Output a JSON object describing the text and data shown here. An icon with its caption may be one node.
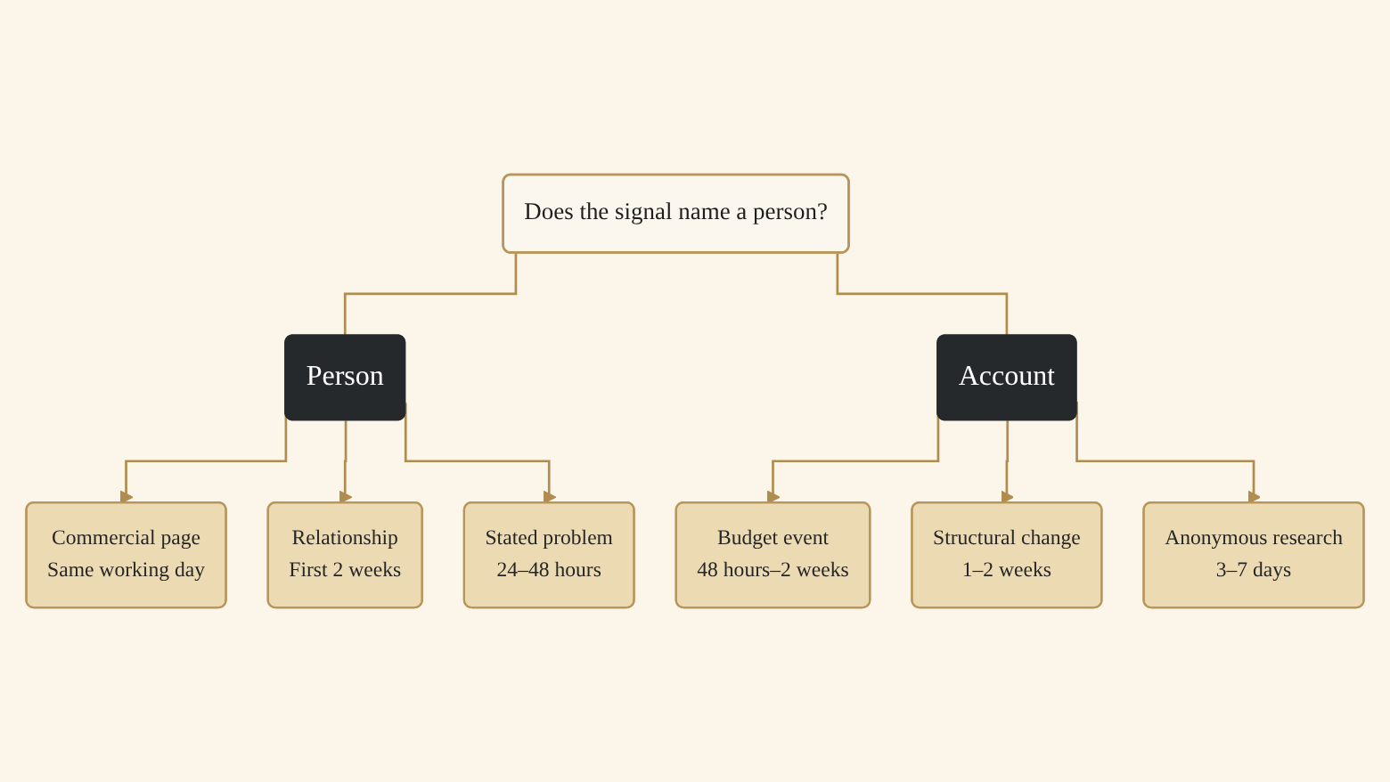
{
  "diagram": {
    "nodes": [
      {
        "text": [
          "Does the signal name a person?"
        ]
      },
      {
        "text": [
          "Person"
        ]
      },
      {
        "text": [
          "Account"
        ]
      },
      {
        "text": [
          "Commercial page",
          "Same working day"
        ]
      },
      {
        "text": [
          "Relationship",
          "First 2 weeks"
        ]
      },
      {
        "text": [
          "Stated problem",
          "24–48 hours"
        ]
      },
      {
        "text": [
          "Budget event",
          "48 hours–2 weeks"
        ]
      },
      {
        "text": [
          "Structural change",
          "1–2 weeks"
        ]
      },
      {
        "text": [
          "Anonymous research",
          "3–7 days"
        ]
      }
    ],
    "edges": [
      {
        "from": 0,
        "to": 1,
        "arrow": "none"
      },
      {
        "from": 0,
        "to": 2,
        "arrow": "none"
      },
      {
        "from": 1,
        "to": 3,
        "arrow": "to"
      },
      {
        "from": 1,
        "to": 4,
        "arrow": "to"
      },
      {
        "from": 1,
        "to": 5,
        "arrow": "to"
      },
      {
        "from": 2,
        "to": 6,
        "arrow": "to"
      },
      {
        "from": 2,
        "to": 7,
        "arrow": "to"
      },
      {
        "from": 2,
        "to": 8,
        "arrow": "to"
      }
    ]
  }
}
